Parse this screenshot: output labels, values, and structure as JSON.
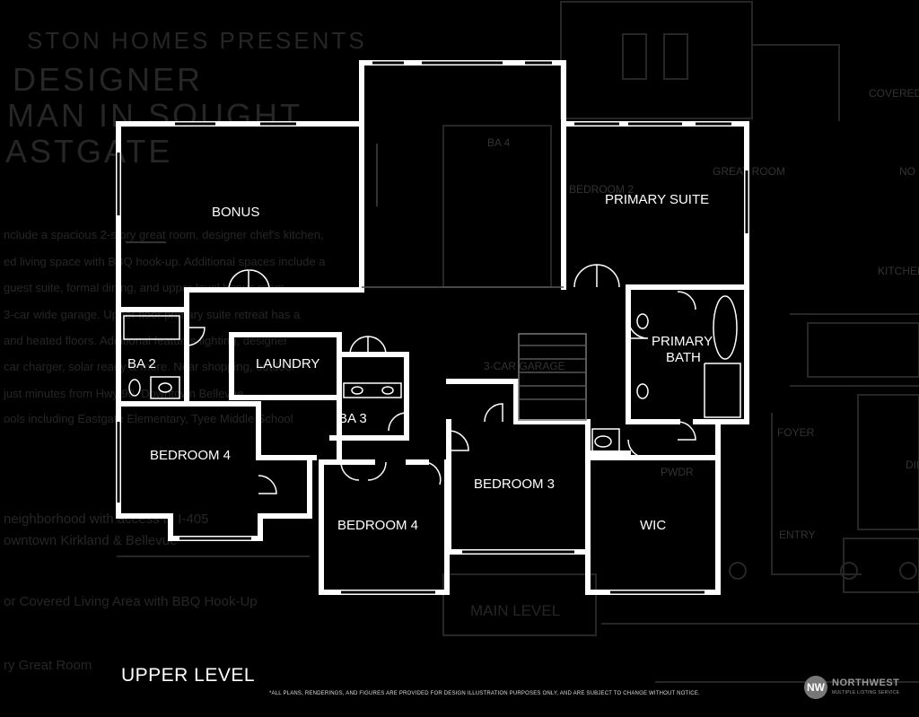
{
  "background_text": {
    "builder_line": "STON HOMES PRESENTS",
    "headline_1": "DESIGNER",
    "headline_2": "MAN IN SOUGHT",
    "headline_3": "ASTGATE",
    "para_1": "nclude a spacious 2-story great room, designer chef's kitchen,",
    "para_2": "ed living space with BBQ hook-up. Additional spaces include a",
    "para_3": "guest suite, formal dining, and upper level bonus room",
    "para_4": "3-car wide garage. Upper floor primary suite retreat has a",
    "para_5": "and heated floors. Additional features lighting, designer",
    "para_6": "car charger, solar ready & more. Near shopping, outdoor",
    "para_7": "just minutes from Hwy 90, Downtown Bellevue",
    "para_8": "ools including Eastgate Elementary, Tyee Middle School",
    "bullet_1": "neighborhood with access to I-405",
    "bullet_2": "owntown Kirkland & Bellevue",
    "bullet_3": "or Covered Living Area with BBQ Hook-Up",
    "bullet_4": "ry Great Room",
    "main_level": "MAIN LEVEL",
    "labels": {
      "ba4": "BA 4",
      "bedroom2": "BEDROOM 2",
      "great_room": "GREAT ROOM",
      "covered": "COVERED",
      "nook": "NO",
      "kitchen": "KITCHEN",
      "garage": "3-CAR GARAGE",
      "foyer": "FOYER",
      "dining": "DIN",
      "entry": "ENTRY",
      "pwdr": "PWDR"
    }
  },
  "rooms": {
    "bonus": "BONUS",
    "primary_suite": "PRIMARY SUITE",
    "primary_bath_1": "PRIMARY",
    "primary_bath_2": "BATH",
    "ba2": "BA 2",
    "laundry": "LAUNDRY",
    "ba3": "BA 3",
    "bedroom4_left": "BEDROOM 4",
    "bedroom4_center": "BEDROOM 4",
    "bedroom3": "BEDROOM 3",
    "wic": "WIC"
  },
  "level_title": "UPPER LEVEL",
  "disclaimer": "*ALL PLANS, RENDERINGS, AND FIGURES ARE PROVIDED FOR DESIGN ILLUSTRATION PURPOSES ONLY, AND ARE SUBJECT TO CHANGE WITHOUT NOTICE.",
  "logo": {
    "name": "NORTHWEST",
    "tagline": "MULTIPLE LISTING SERVICE",
    "mark": "NW"
  },
  "colors": {
    "background": "#000000",
    "walls": "#ffffff",
    "faded_plan": "#2a2a2a"
  }
}
